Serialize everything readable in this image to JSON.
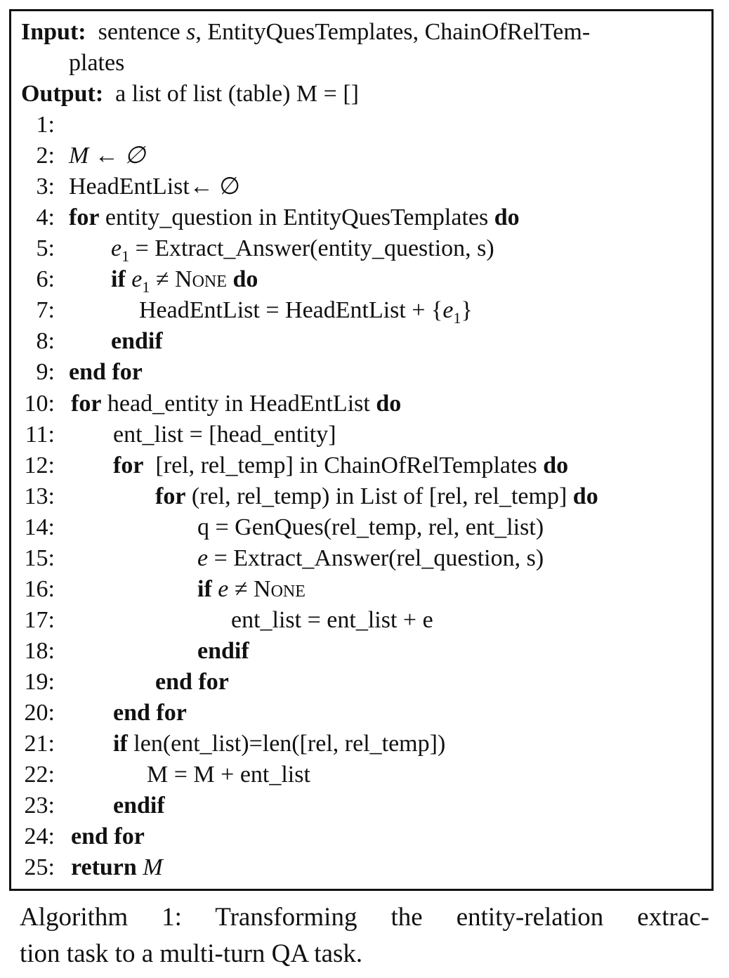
{
  "algorithm": {
    "input_label": "Input:",
    "input_text_1": "sentence ",
    "input_s": "s",
    "input_text_2": ", EntityQuesTemplates, ChainOfRelTem-",
    "input_text_3": "plates",
    "output_label": "Output:",
    "output_text": "a list of list (table) M = []",
    "lines": [
      {
        "no": "1:",
        "text": ""
      },
      {
        "no": "2:",
        "text": "M ← ∅"
      },
      {
        "no": "3:",
        "text": "HeadEntList← ∅"
      },
      {
        "no": "4:",
        "kw1": "for",
        "text": " entity_question in EntityQuesTemplates ",
        "kw2": "do"
      },
      {
        "no": "5:",
        "var": "e",
        "sub": "1",
        "text": " = Extract_Answer(entity_question, s)"
      },
      {
        "no": "6:",
        "kw1": "if",
        "var": "e",
        "sub": "1",
        "op": " ≠ ",
        "sc": "None",
        "kw2": "do"
      },
      {
        "no": "7:",
        "text": "HeadEntList = HeadEntList + {",
        "var": "e",
        "sub": "1",
        "text2": "}"
      },
      {
        "no": "8:",
        "kw1": "endif"
      },
      {
        "no": "9:",
        "kw1": "end for"
      },
      {
        "no": "10:",
        "kw1": "for",
        "text": " head_entity in HeadEntList ",
        "kw2": "do"
      },
      {
        "no": "11:",
        "text": "ent_list = [head_entity]"
      },
      {
        "no": "12:",
        "kw1": "for",
        "text": "  [rel, rel_temp] in ChainOfRelTemplates ",
        "kw2": "do"
      },
      {
        "no": "13:",
        "kw1": "for",
        "text": " (rel, rel_temp) in List of [rel, rel_temp] ",
        "kw2": "do"
      },
      {
        "no": "14:",
        "text": "q = GenQues(rel_temp, rel, ent_list)"
      },
      {
        "no": "15:",
        "var": "e",
        "text": " = Extract_Answer(rel_question, s)"
      },
      {
        "no": "16:",
        "kw1": "if",
        "var": "e",
        "op": " ≠ ",
        "sc": "None"
      },
      {
        "no": "17:",
        "text": "ent_list = ent_list + e"
      },
      {
        "no": "18:",
        "kw1": "endif"
      },
      {
        "no": "19:",
        "kw1": "end for"
      },
      {
        "no": "20:",
        "kw1": "end for"
      },
      {
        "no": "21:",
        "kw1": "if",
        "text": " len(ent_list)=len([rel, rel_temp])"
      },
      {
        "no": "22:",
        "text": "M = M + ent_list"
      },
      {
        "no": "23:",
        "kw1": "endif"
      },
      {
        "no": "24:",
        "kw1": "end for"
      },
      {
        "no": "25:",
        "kw1": "return",
        "var": "M"
      }
    ]
  },
  "caption": {
    "line1": "Algorithm 1: Transforming the entity-relation extrac-",
    "line2": "tion task to a multi-turn QA task."
  }
}
